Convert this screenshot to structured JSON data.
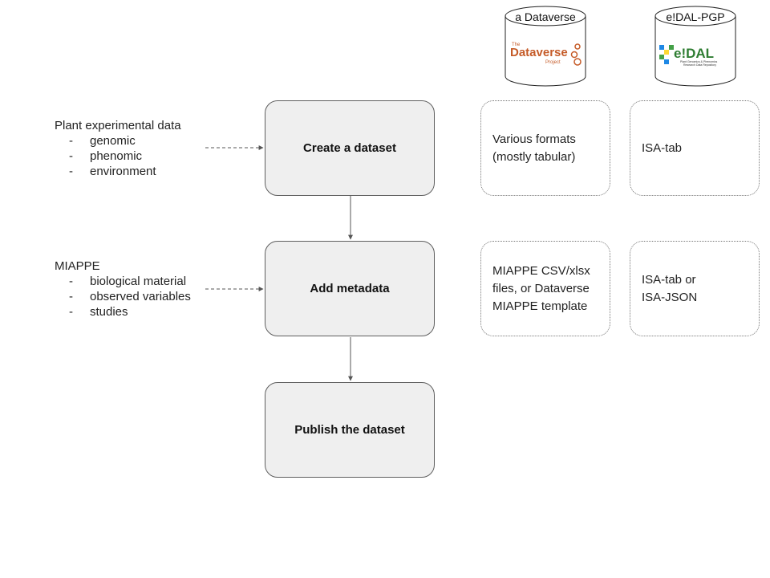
{
  "inputs": {
    "experimental": {
      "title": "Plant experimental data",
      "items": [
        {
          "dash": "-",
          "label": "genomic"
        },
        {
          "dash": "-",
          "label": "phenomic"
        },
        {
          "dash": "-",
          "label": "environment"
        }
      ]
    },
    "miappe": {
      "title": "MIAPPE",
      "items": [
        {
          "dash": "-",
          "label": "biological material"
        },
        {
          "dash": "-",
          "label": "observed variables"
        },
        {
          "dash": "-",
          "label": "studies"
        }
      ]
    }
  },
  "steps": {
    "create": "Create a dataset",
    "metadata": "Add metadata",
    "publish": "Publish the dataset"
  },
  "repositories": {
    "dataverse": {
      "label": "a Dataverse",
      "logo_small": "The",
      "logo_main": "Dataverse",
      "logo_sub": "Project",
      "logo_color": "#c55b28",
      "formats_data": [
        "Various formats",
        "(mostly tabular)"
      ],
      "formats_metadata": [
        "MIAPPE CSV/xlsx",
        "files, or Dataverse",
        "MIAPPE template"
      ]
    },
    "edal": {
      "label": "e!DAL-PGP",
      "logo_main": "e!DAL",
      "logo_sub1": "Plant Genomics & Phenomics",
      "logo_sub2": "Research Data Repository",
      "logo_color": "#2e7d32",
      "formats_data": [
        "ISA-tab"
      ],
      "formats_metadata": [
        "ISA-tab or",
        "ISA-JSON"
      ]
    }
  },
  "colors": {
    "step_fill": "#efefef",
    "step_border": "#5f5f5f",
    "arrow": "#555555"
  }
}
